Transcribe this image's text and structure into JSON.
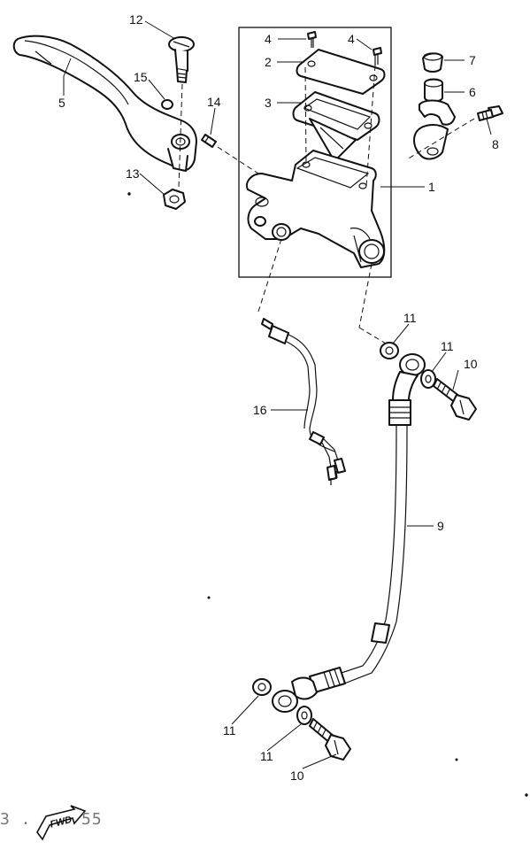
{
  "callouts": {
    "p1": "1",
    "p2": "2",
    "p3": "3",
    "p4a": "4",
    "p4b": "4",
    "p5": "5",
    "p6": "6",
    "p7": "7",
    "p8": "8",
    "p9": "9",
    "p10a": "10",
    "p10b": "10",
    "p11a": "11",
    "p11b": "11",
    "p11c": "11",
    "p11d": "11",
    "p12": "12",
    "p13": "13",
    "p14": "14",
    "p15": "15",
    "p16": "16"
  },
  "footer": {
    "fwd_label": "FWD",
    "left_code": "3 .",
    "right_code": "55"
  }
}
